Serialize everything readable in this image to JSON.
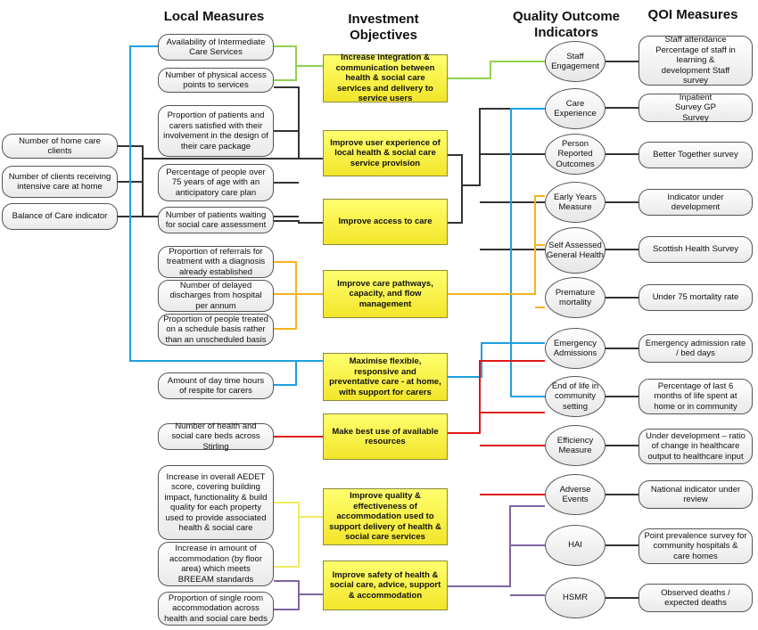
{
  "headers": {
    "local": "Local Measures",
    "investment": "Investment\nObjectives",
    "quality": "Quality Outcome\nIndicators",
    "qoi": "QOI Measures"
  },
  "left_measures": [
    "Number of home care clients",
    "Number of clients receiving intensive care at home",
    "Balance of Care indicator"
  ],
  "local_measures": [
    "Availability of Intermediate Care Services",
    "Number of physical access points to services",
    "Proportion of patients and carers satisfied with their involvement in the design of their care package",
    "Percentage of people over 75 years of age with an anticipatory care plan",
    "Number of patients waiting for social care assessment",
    "Proportion of referrals for treatment with a diagnosis already established",
    "Number of delayed discharges from hospital per annum",
    "Proportion of people treated on a schedule basis rather than an unscheduled basis",
    "Amount of day time hours of respite for carers",
    "Number of health and social care beds across Stirling",
    "Increase in overall AEDET score, covering building impact, functionality & build quality for each property used to provide associated health & social care",
    "Increase in amount of accommodation (by floor area) which meets BREEAM standards",
    "Proportion of single room accommodation across health and social care beds"
  ],
  "objectives": [
    "Increase integration & communication between health & social care services and delivery to service users",
    "Improve user experience of local health & social care service provision",
    "Improve access to care",
    "Improve care pathways, capacity, and flow management",
    "Maximise flexible, responsive and preventative care - at home, with support for carers",
    "Make best use of available resources",
    "Improve quality & effectiveness of accommodation used to support delivery of health & social care services",
    "Improve safety of health & social care, advice, support & accommodation"
  ],
  "quality_outcomes": [
    "Staff Engagement",
    "Care Experience",
    "Person Reported Outcomes",
    "Early Years Measure",
    "Self Assessed General Health",
    "Premature mortality",
    "Emergency Admissions",
    "End of life in community setting",
    "Efficiency Measure",
    "Adverse Events",
    "HAI",
    "HSMR"
  ],
  "qoi_measures": [
    "Staff attendance Percentage of staff in learning & development Staff survey",
    "Inpatient Survey GP Survey",
    "Better Together survey",
    "Indicator under development",
    "Scottish Health Survey",
    "Under 75 mortality rate",
    "Emergency admission rate / bed days",
    "Percentage of last 6 months of life spent at home or in community",
    "Under development – ratio of change in healthcare output to healthcare input",
    "National indicator under review",
    "Point prevalence survey for community hospitals & care homes",
    "Observed deaths / expected deaths"
  ],
  "colors": {
    "green": "#8fd14f",
    "dark": "#333333",
    "blue": "#1ea0e0",
    "orange": "#f5b41e",
    "red": "#e01818",
    "yellow": "#f0ec60",
    "purple": "#8064a2",
    "objective_fill": "#fbf14a"
  }
}
